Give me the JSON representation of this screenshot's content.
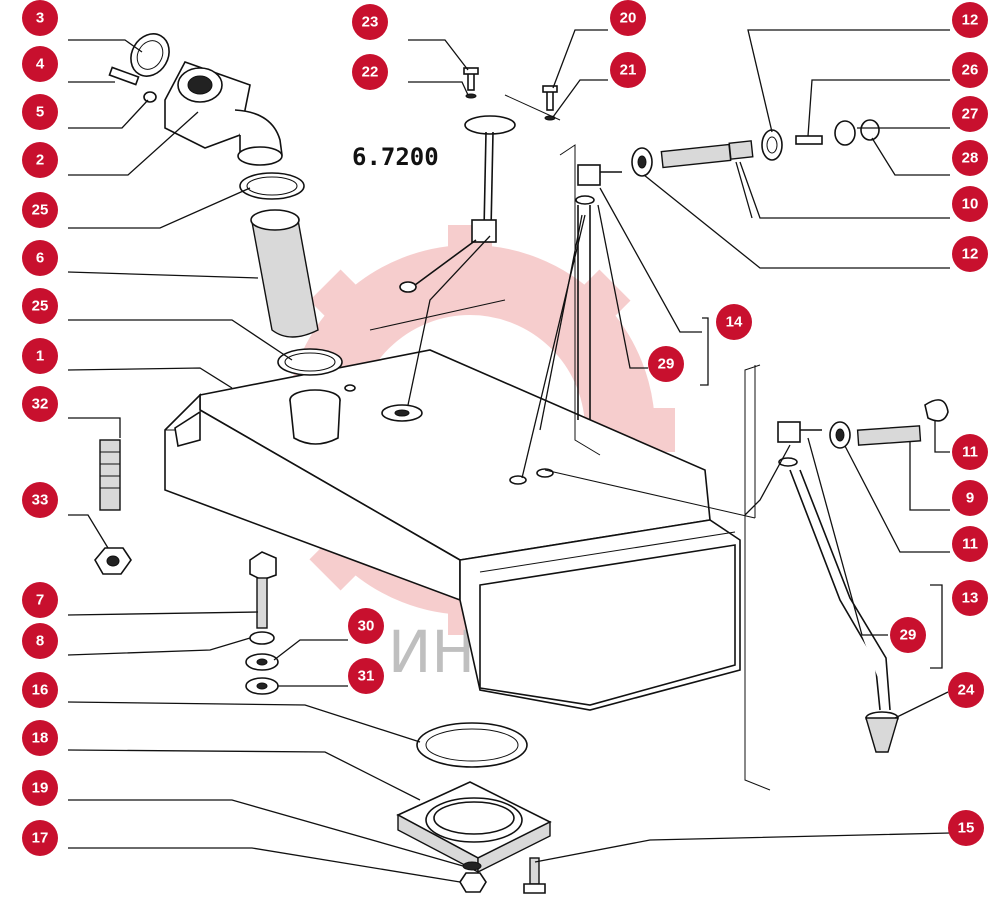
{
  "diagram": {
    "part_code": "6.7200",
    "watermark_text": "ИНТЕХ",
    "colors": {
      "callout": "#c8102e",
      "callout_text": "#ffffff",
      "line": "#111111",
      "watermark": "#e05050"
    }
  },
  "callouts": {
    "p3": "3",
    "p4": "4",
    "p5": "5",
    "p2": "2",
    "p25a": "25",
    "p6": "6",
    "p25b": "25",
    "p1": "1",
    "p32": "32",
    "p33": "33",
    "p7": "7",
    "p8": "8",
    "p16": "16",
    "p18": "18",
    "p19": "19",
    "p17": "17",
    "p30": "30",
    "p31": "31",
    "p23": "23",
    "p22": "22",
    "p20": "20",
    "p21": "21",
    "p12a": "12",
    "p26": "26",
    "p27": "27",
    "p28": "28",
    "p10": "10",
    "p12b": "12",
    "p14": "14",
    "p29a": "29",
    "p11a": "11",
    "p9": "9",
    "p11b": "11",
    "p13": "13",
    "p29b": "29",
    "p24": "24",
    "p15": "15"
  }
}
